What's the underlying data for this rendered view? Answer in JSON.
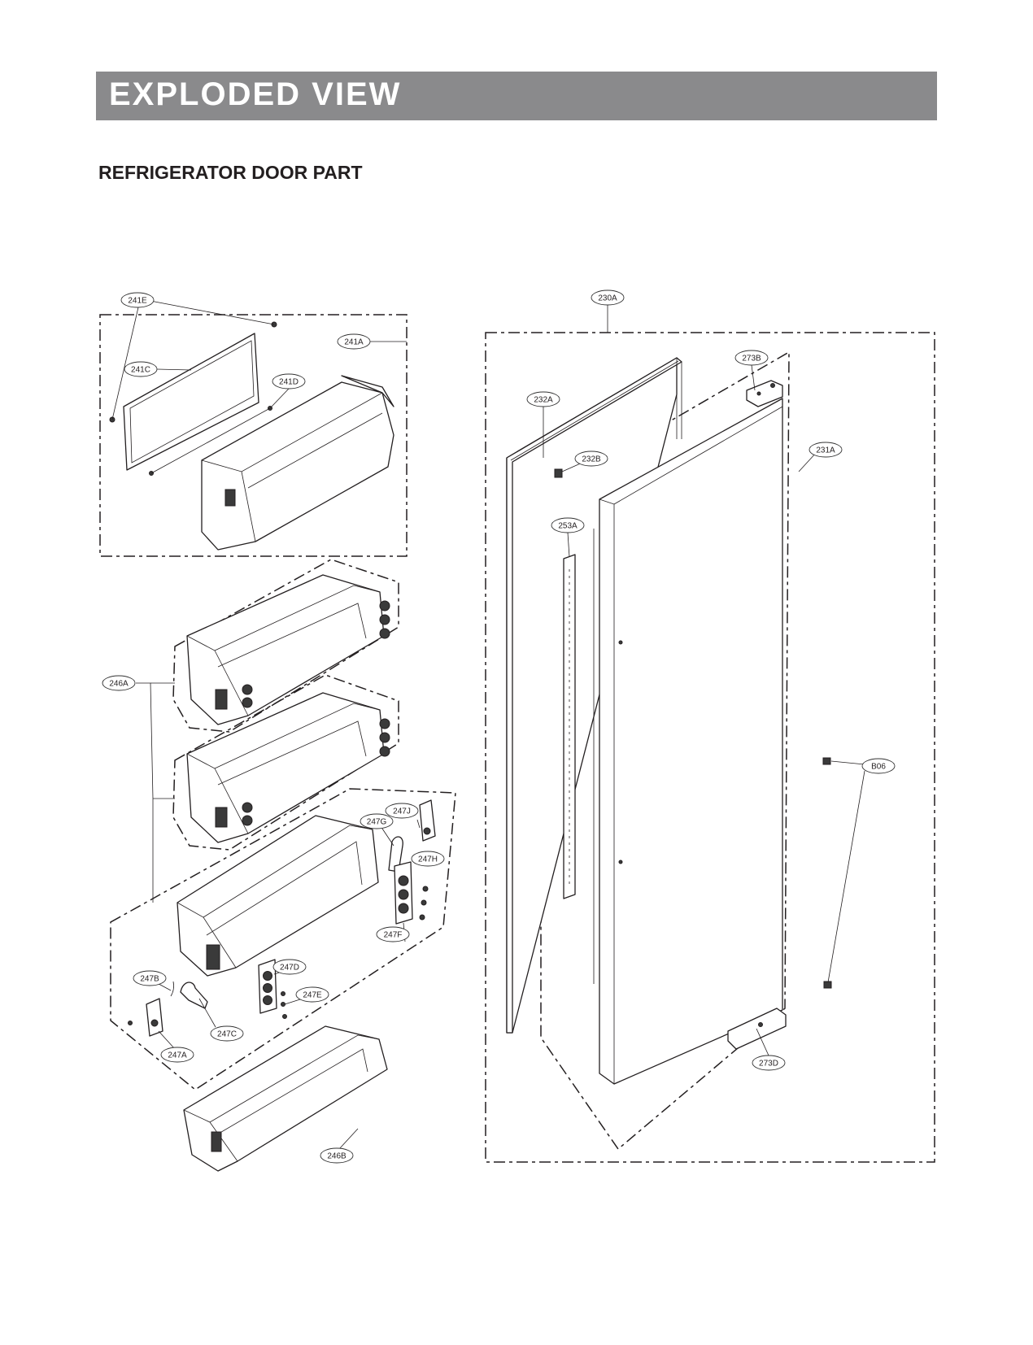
{
  "header": {
    "title": "EXPLODED VIEW"
  },
  "section": {
    "title": "REFRIGERATOR DOOR PART"
  },
  "callouts": {
    "c241E": "241E",
    "c241A": "241A",
    "c241C": "241C",
    "c241D": "241D",
    "c230A": "230A",
    "c273B": "273B",
    "c232A": "232A",
    "c232B": "232B",
    "c231A": "231A",
    "c253A": "253A",
    "c246A": "246A",
    "c247J": "247J",
    "c247G": "247G",
    "c247H": "247H",
    "c247F": "247F",
    "c247D": "247D",
    "c247B": "247B",
    "c247E": "247E",
    "c247C": "247C",
    "c247A": "247A",
    "c246B": "246B",
    "cB06": "B06",
    "c273D": "273D"
  },
  "colors": {
    "banner": "#8a8a8c",
    "banner_text": "#ffffff",
    "ink": "#231f20"
  }
}
